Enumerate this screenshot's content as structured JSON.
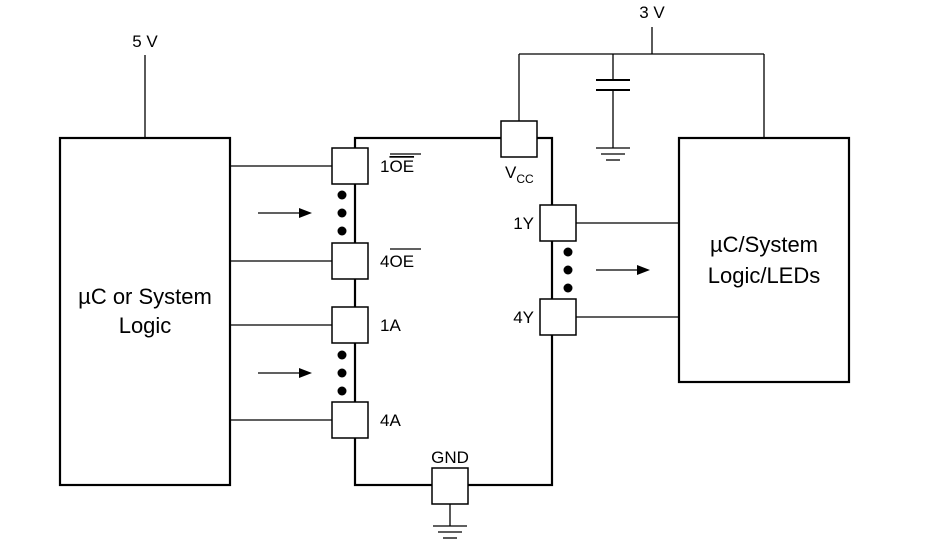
{
  "supplies": {
    "left": "5 V",
    "right": "3 V"
  },
  "left_block": {
    "line1": "µC or System",
    "line2": "Logic"
  },
  "right_block": {
    "line1": "µC/System",
    "line2": "Logic/LEDs"
  },
  "device": {
    "pins": {
      "oe1_prefix": "1",
      "oe1_bar": "OE",
      "oe4_prefix": "4",
      "oe4_bar": "OE",
      "a1": "1A",
      "a4": "4A",
      "y1": "1Y",
      "y4": "4Y",
      "vcc_main": "V",
      "vcc_sub": "CC",
      "gnd": "GND"
    }
  }
}
